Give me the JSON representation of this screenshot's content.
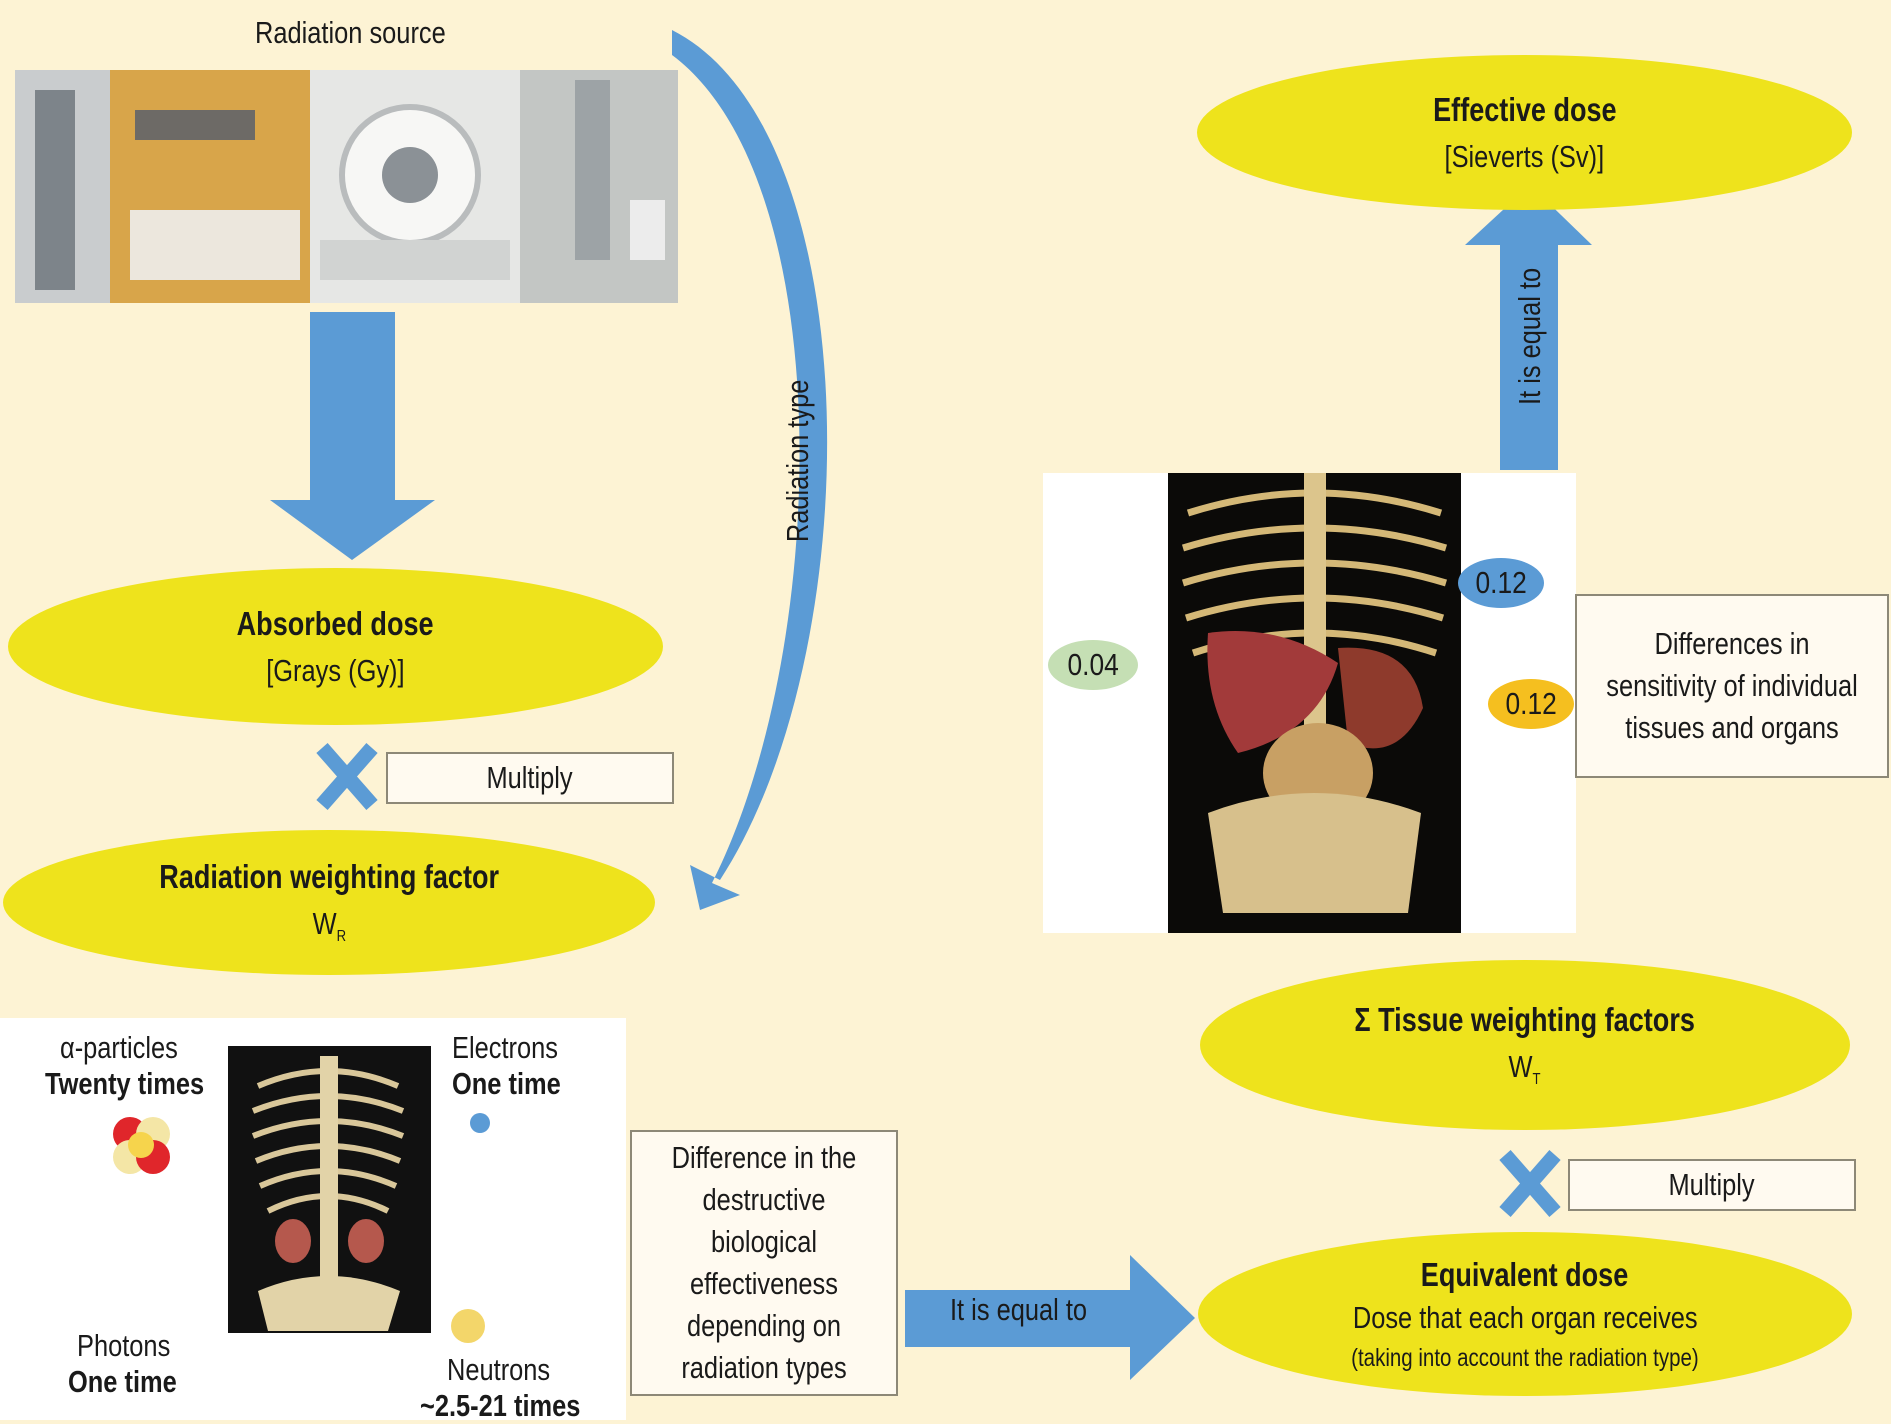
{
  "radiation_source": {
    "label": "Radiation source"
  },
  "absorbed_dose": {
    "title": "Absorbed dose",
    "unit": "[Grays (Gy)]"
  },
  "multiply_left": {
    "label": "Multiply"
  },
  "radiation_weighting": {
    "title": "Radiation weighting factor",
    "symbol": "W",
    "subscript": "R"
  },
  "radiation_type": {
    "label": "Radiation type"
  },
  "particles": {
    "alpha": {
      "name": "α-particles",
      "factor": "Twenty times"
    },
    "electrons": {
      "name": "Electrons",
      "factor": "One time"
    },
    "photons": {
      "name": "Photons",
      "factor": "One time"
    },
    "neutrons": {
      "name": "Neutrons",
      "factor": "~2.5-21 times"
    }
  },
  "difference_box": {
    "text": "Difference in the destructive biological effectiveness depending on radiation types"
  },
  "equal_bottom": {
    "label": "It is equal to"
  },
  "equivalent_dose": {
    "title": "Equivalent dose",
    "line1": "Dose that each organ receives",
    "line2": "(taking into account the radiation type)"
  },
  "multiply_right": {
    "label": "Multiply"
  },
  "tissue_weighting": {
    "title": "Σ Tissue weighting factors",
    "symbol": "W",
    "subscript": "T"
  },
  "organ_factors": {
    "lung": "0.12",
    "liver": "0.04",
    "stomach": "0.12"
  },
  "sensitivity_box": {
    "text": "Differences in sensitivity of individual tissues and organs"
  },
  "equal_vertical": {
    "label": "It is equal to"
  },
  "effective_dose": {
    "title": "Effective dose",
    "unit": "[Sieverts (Sv)]"
  },
  "colors": {
    "ellipse": "#eee31c",
    "arrow": "#5b9bd5",
    "background": "#fdf3d4",
    "lung_pill": "#5b9bd5",
    "liver_pill": "#c5dfb4",
    "stomach_pill": "#f5bf1f"
  }
}
